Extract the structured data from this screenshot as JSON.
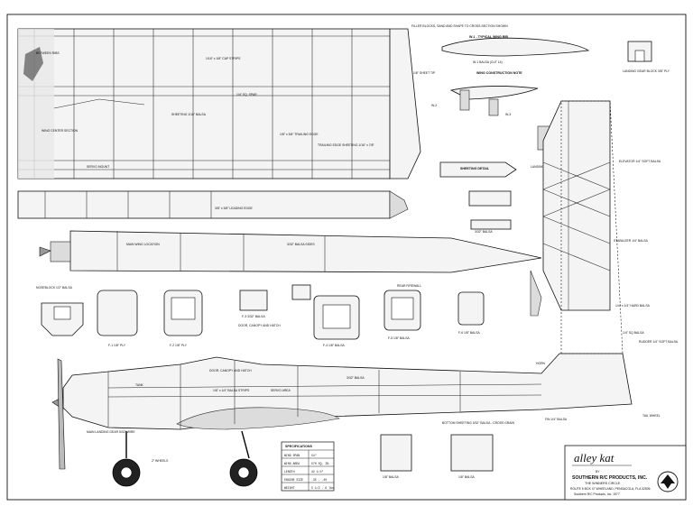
{
  "plan": {
    "title": "alley kat",
    "by": "BY",
    "manufacturer": "SOUTHERN R/C PRODUCTS, INC.",
    "subtitle": "THE WINNERS CIRCLE",
    "address": "ROUTE 5 BOX 47 WHEELAND, PENSACOLA, FLA 32506",
    "copyright": "Southern R/C Products, Inc. 1977"
  },
  "specs": {
    "heading": "SPECIFICATIONS",
    "rows": [
      {
        "label": "WING SPAN",
        "value": "54\""
      },
      {
        "label": "WING AREA",
        "value": "570 SQ. IN."
      },
      {
        "label": "LENGTH",
        "value": "42 1/4\""
      },
      {
        "label": "ENGINE SIZE",
        "value": ".35 - .40"
      },
      {
        "label": "WEIGHT",
        "value": "5 1/2 - 6 lbs"
      }
    ]
  },
  "wing": {
    "callouts": [
      "1/8\" x 3/8\" TRAILING EDGE",
      "1/16\" x 1/8\" CAP STRIPS",
      "SHEETING 1/16\" BALSA",
      "FILLER BLOCKS, SAND AND SHAPE TO CROSS-SECTION SHOWN",
      "3/8\" x 3/8\" LEADING EDGE",
      "1/4\" SQ. SPAR",
      "WING CENTER SECTION",
      "TRAILING EDGE SHEETING 1/16\" x 7/8\"",
      "1/8\" SHEET TIP",
      "BETWEEN RIBS",
      "SERVO MOUNT"
    ]
  },
  "construction": {
    "rib_label": "W-1 - TYPICAL WING RIB",
    "rib_sub": "W-1 BALSA (CUT 14)",
    "note_heading": "WING CONSTRUCTION NOTE",
    "detail_labels": [
      "W-2",
      "W-3",
      "3/32\" BALSA",
      "SHEETING DETAIL",
      "LANDING GEAR BLOCK"
    ],
    "gear_block_label": "LANDING GEAR BLOCK 3/8\" PLY"
  },
  "fuselage": {
    "formers": [
      "F-1 1/8\" PLY",
      "F-2 1/8\" PLY",
      "F-3 3/32\" BALSA",
      "F-4 1/8\" BALSA",
      "F-5 1/8\" BALSA",
      "F-6 1/8\" BALSA"
    ],
    "callouts": [
      "NOSEBLOCK 1/2\" BALSA",
      "DOOR, CANOPY AND HATCH",
      "1/8\" x 1/4\" BALSA STRIPS",
      "3/32\" BALSA SIDES",
      "MAIN WING LOCATION",
      "REAR FIREWALL",
      "BOTTOM SHEETING 3/32\" BALSA - CROSS GRAIN",
      "TAIL WHEEL",
      "3/32\" BALSA",
      "SERVO AREA",
      "TANK"
    ]
  },
  "tail": {
    "callouts": [
      "ELEVATOR 1/4\" SOFT BALSA",
      "STABILIZER 1/4\" BALSA",
      "RUDDER 1/4\" SOFT BALSA",
      "HORN",
      "FIN 1/4\" BALSA",
      "1/4\" x 1/4\" HARD BALSA"
    ],
    "fin_label": "1/4\" SQ BALSA"
  },
  "gear": {
    "callouts": [
      "2\" WHEELS",
      "MAIN LANDING GEAR 5/32\" WIRE"
    ],
    "side_label_left": "1/8\" BALSA",
    "side_label_right": "1/8\" BALSA"
  }
}
